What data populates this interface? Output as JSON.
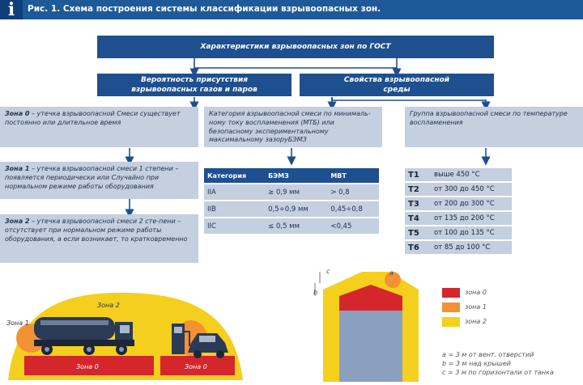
{
  "title": "Рис. 1. Схема построения системы классификации взрывоопасных зон.",
  "info_icon": "i",
  "top_banner": "Характеристики взрывоопасных зон по ГОСТ",
  "left_banner": "Вероятность присутствия взрывоопасных газов и паров",
  "right_banner": "Свойства взрывоопасной среды",
  "zones": [
    {
      "name": "Зона 0",
      "text": " – утечка взрывоопасной Смеси существует постоянно или длительное время"
    },
    {
      "name": "Зона 1",
      "text": " – утечка взрывоопасной смеси 1 степени – появляется периодически или Случайно при нормальном режиме работы оборудования"
    },
    {
      "name": "Зона 2",
      "text": " – утечка взрывоопасной смеси 2 сте-пени – отсутствует при нормальном режиме работы оборудования, а если возникает, то кратковременно"
    }
  ],
  "category_box": "Категория взрывоопасной смеси по минималь-ному току воспламенения (МТБ) или безопасному экспериментальному максимальному зазоруБЭМЗ",
  "group_box": "Группа взрывоопасной смеси по температуре воспламенения",
  "category_table": {
    "headers": [
      "Категория",
      "БЭМЗ",
      "МВТ"
    ],
    "rows": [
      [
        "IIA",
        "≥ 0,9 мм",
        "> 0,8"
      ],
      [
        "IIB",
        "0,5÷0,9 мм",
        "0,45÷0,8"
      ],
      [
        "IIC",
        "≤ 0,5 мм",
        "<0,45"
      ]
    ]
  },
  "temperature_table": [
    [
      "T1",
      "выше 450 °C"
    ],
    [
      "T2",
      "от 300 до 450 °C"
    ],
    [
      "T3",
      "от 200 до 300 °C"
    ],
    [
      "T4",
      "от 135 до 200 °C"
    ],
    [
      "T5",
      "от 100 до 135 °C"
    ],
    [
      "T6",
      "от 85 до 100 °C"
    ]
  ],
  "illustration": {
    "zone2_label": "Зона 2",
    "zone1_label": "Зона 1",
    "zone0_label_left": "Зона 0",
    "zone0_label_right": "Зона 0",
    "dim_a": "a",
    "dim_b": "b",
    "dim_c": "c"
  },
  "legend": [
    {
      "label": "зона 0",
      "color": "#d5262c"
    },
    {
      "label": "зона 1",
      "color": "#f39234"
    },
    {
      "label": "зона 2",
      "color": "#f5cf1e"
    }
  ],
  "notes": [
    "a = 3 м от вент. отверстий",
    "b = 3 м над крышей",
    "c = 3 м по горизонтали от танка"
  ]
}
